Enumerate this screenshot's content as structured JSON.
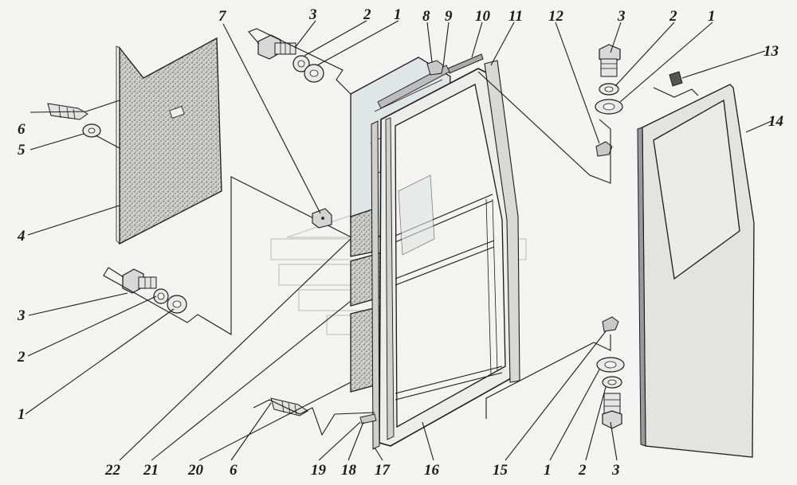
{
  "labels": [
    {
      "id": "1a",
      "text": "1"
    },
    {
      "id": "2a",
      "text": "2"
    },
    {
      "id": "3a",
      "text": "3"
    },
    {
      "id": "4",
      "text": "4"
    },
    {
      "id": "5",
      "text": "5"
    },
    {
      "id": "6a",
      "text": "6"
    },
    {
      "id": "7",
      "text": "7"
    },
    {
      "id": "8",
      "text": "8"
    },
    {
      "id": "9",
      "text": "9"
    },
    {
      "id": "10",
      "text": "10"
    },
    {
      "id": "11",
      "text": "11"
    },
    {
      "id": "12",
      "text": "12"
    },
    {
      "id": "3b",
      "text": "3"
    },
    {
      "id": "2b",
      "text": "2"
    },
    {
      "id": "1b",
      "text": "1"
    },
    {
      "id": "13",
      "text": "13"
    },
    {
      "id": "14",
      "text": "14"
    },
    {
      "id": "3c",
      "text": "3"
    },
    {
      "id": "2c",
      "text": "2"
    },
    {
      "id": "1c",
      "text": "1"
    },
    {
      "id": "22",
      "text": "22"
    },
    {
      "id": "21",
      "text": "21"
    },
    {
      "id": "20",
      "text": "20"
    },
    {
      "id": "6b",
      "text": "6"
    },
    {
      "id": "19",
      "text": "19"
    },
    {
      "id": "18",
      "text": "18"
    },
    {
      "id": "17",
      "text": "17"
    },
    {
      "id": "16",
      "text": "16"
    },
    {
      "id": "15",
      "text": "15"
    },
    {
      "id": "1d",
      "text": "1"
    },
    {
      "id": "2d",
      "text": "2"
    },
    {
      "id": "3d",
      "text": "3"
    }
  ],
  "colors": {
    "line": "#1a1a1a",
    "paper": "#f3f3f1",
    "glass": "#dfe6e6",
    "felt": "#bdbdbd",
    "panel": "#e4e4e0"
  }
}
